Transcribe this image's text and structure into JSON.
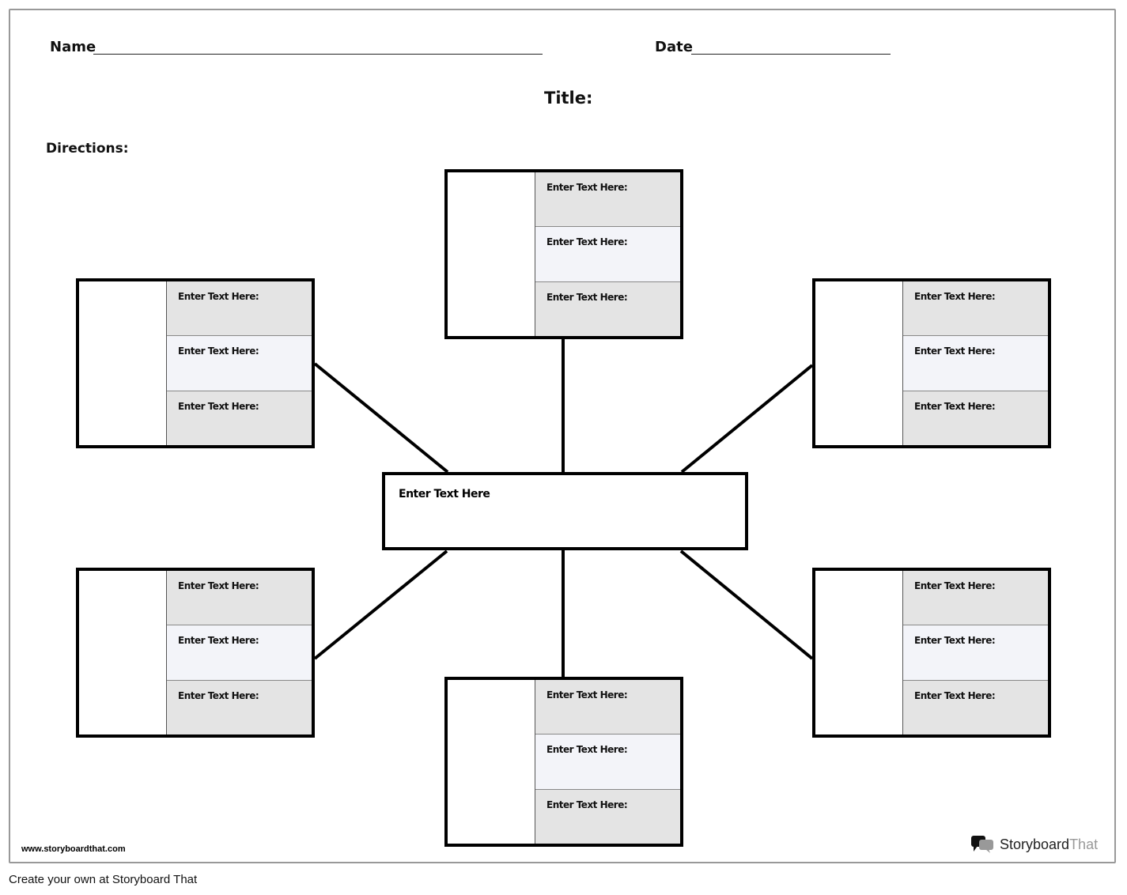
{
  "header": {
    "name_label": "Name",
    "date_label": "Date",
    "title_label": "Title:",
    "directions_label": "Directions:"
  },
  "center": {
    "text": "Enter Text Here"
  },
  "boxes": [
    {
      "position": "top",
      "rows": [
        "Enter Text Here:",
        "Enter Text Here:",
        "Enter Text Here:"
      ]
    },
    {
      "position": "upper-left",
      "rows": [
        "Enter Text Here:",
        "Enter Text Here:",
        "Enter Text Here:"
      ]
    },
    {
      "position": "upper-right",
      "rows": [
        "Enter Text Here:",
        "Enter Text Here:",
        "Enter Text Here:"
      ]
    },
    {
      "position": "lower-left",
      "rows": [
        "Enter Text Here:",
        "Enter Text Here:",
        "Enter Text Here:"
      ]
    },
    {
      "position": "lower-right",
      "rows": [
        "Enter Text Here:",
        "Enter Text Here:",
        "Enter Text Here:"
      ]
    },
    {
      "position": "bottom",
      "rows": [
        "Enter Text Here:",
        "Enter Text Here:",
        "Enter Text Here:"
      ]
    }
  ],
  "footer": {
    "url": "www.storyboardthat.com",
    "logo_text_a": "Storyboard",
    "logo_text_b": "That",
    "create_link": "Create your own at Storyboard That"
  }
}
